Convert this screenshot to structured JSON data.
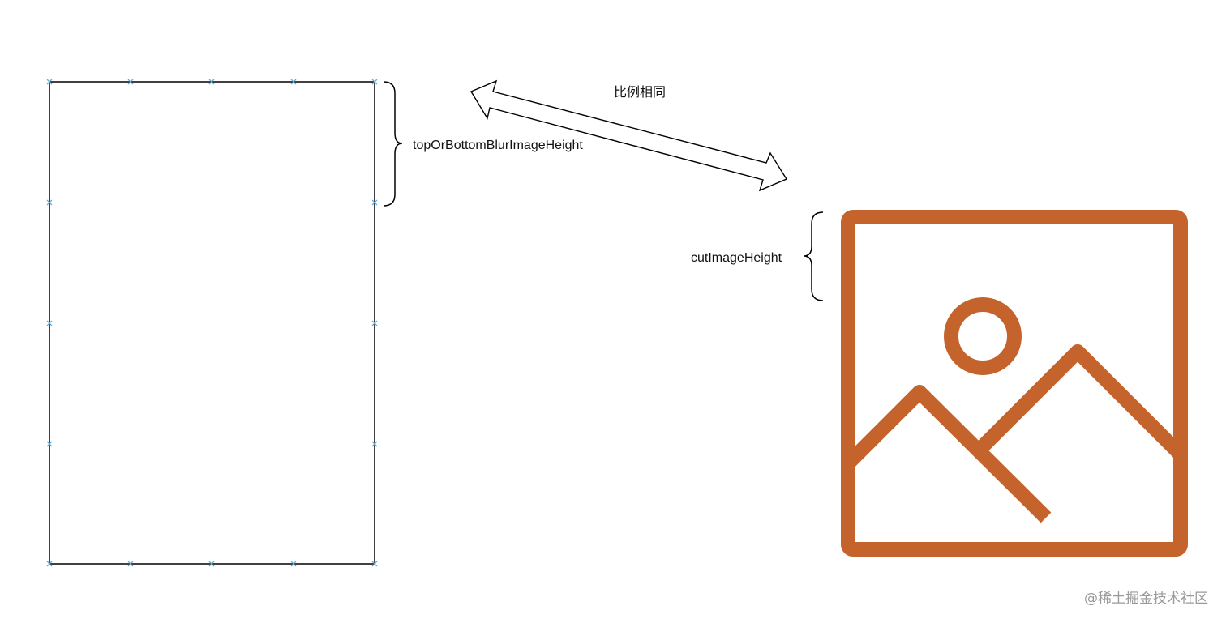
{
  "labels": {
    "ratio": "比例相同",
    "blur_height": "topOrBottomBlurImageHeight",
    "cut_height": "cutImageHeight"
  },
  "watermark": "@稀土掘金技术社区",
  "icons": {
    "picture": "image-placeholder-icon",
    "arrow": "double-headed-arrow-icon"
  },
  "colors": {
    "stroke": "#000000",
    "handle": "#6aaed6",
    "icon": "#c4642c",
    "watermark": "#9a9a9a"
  }
}
